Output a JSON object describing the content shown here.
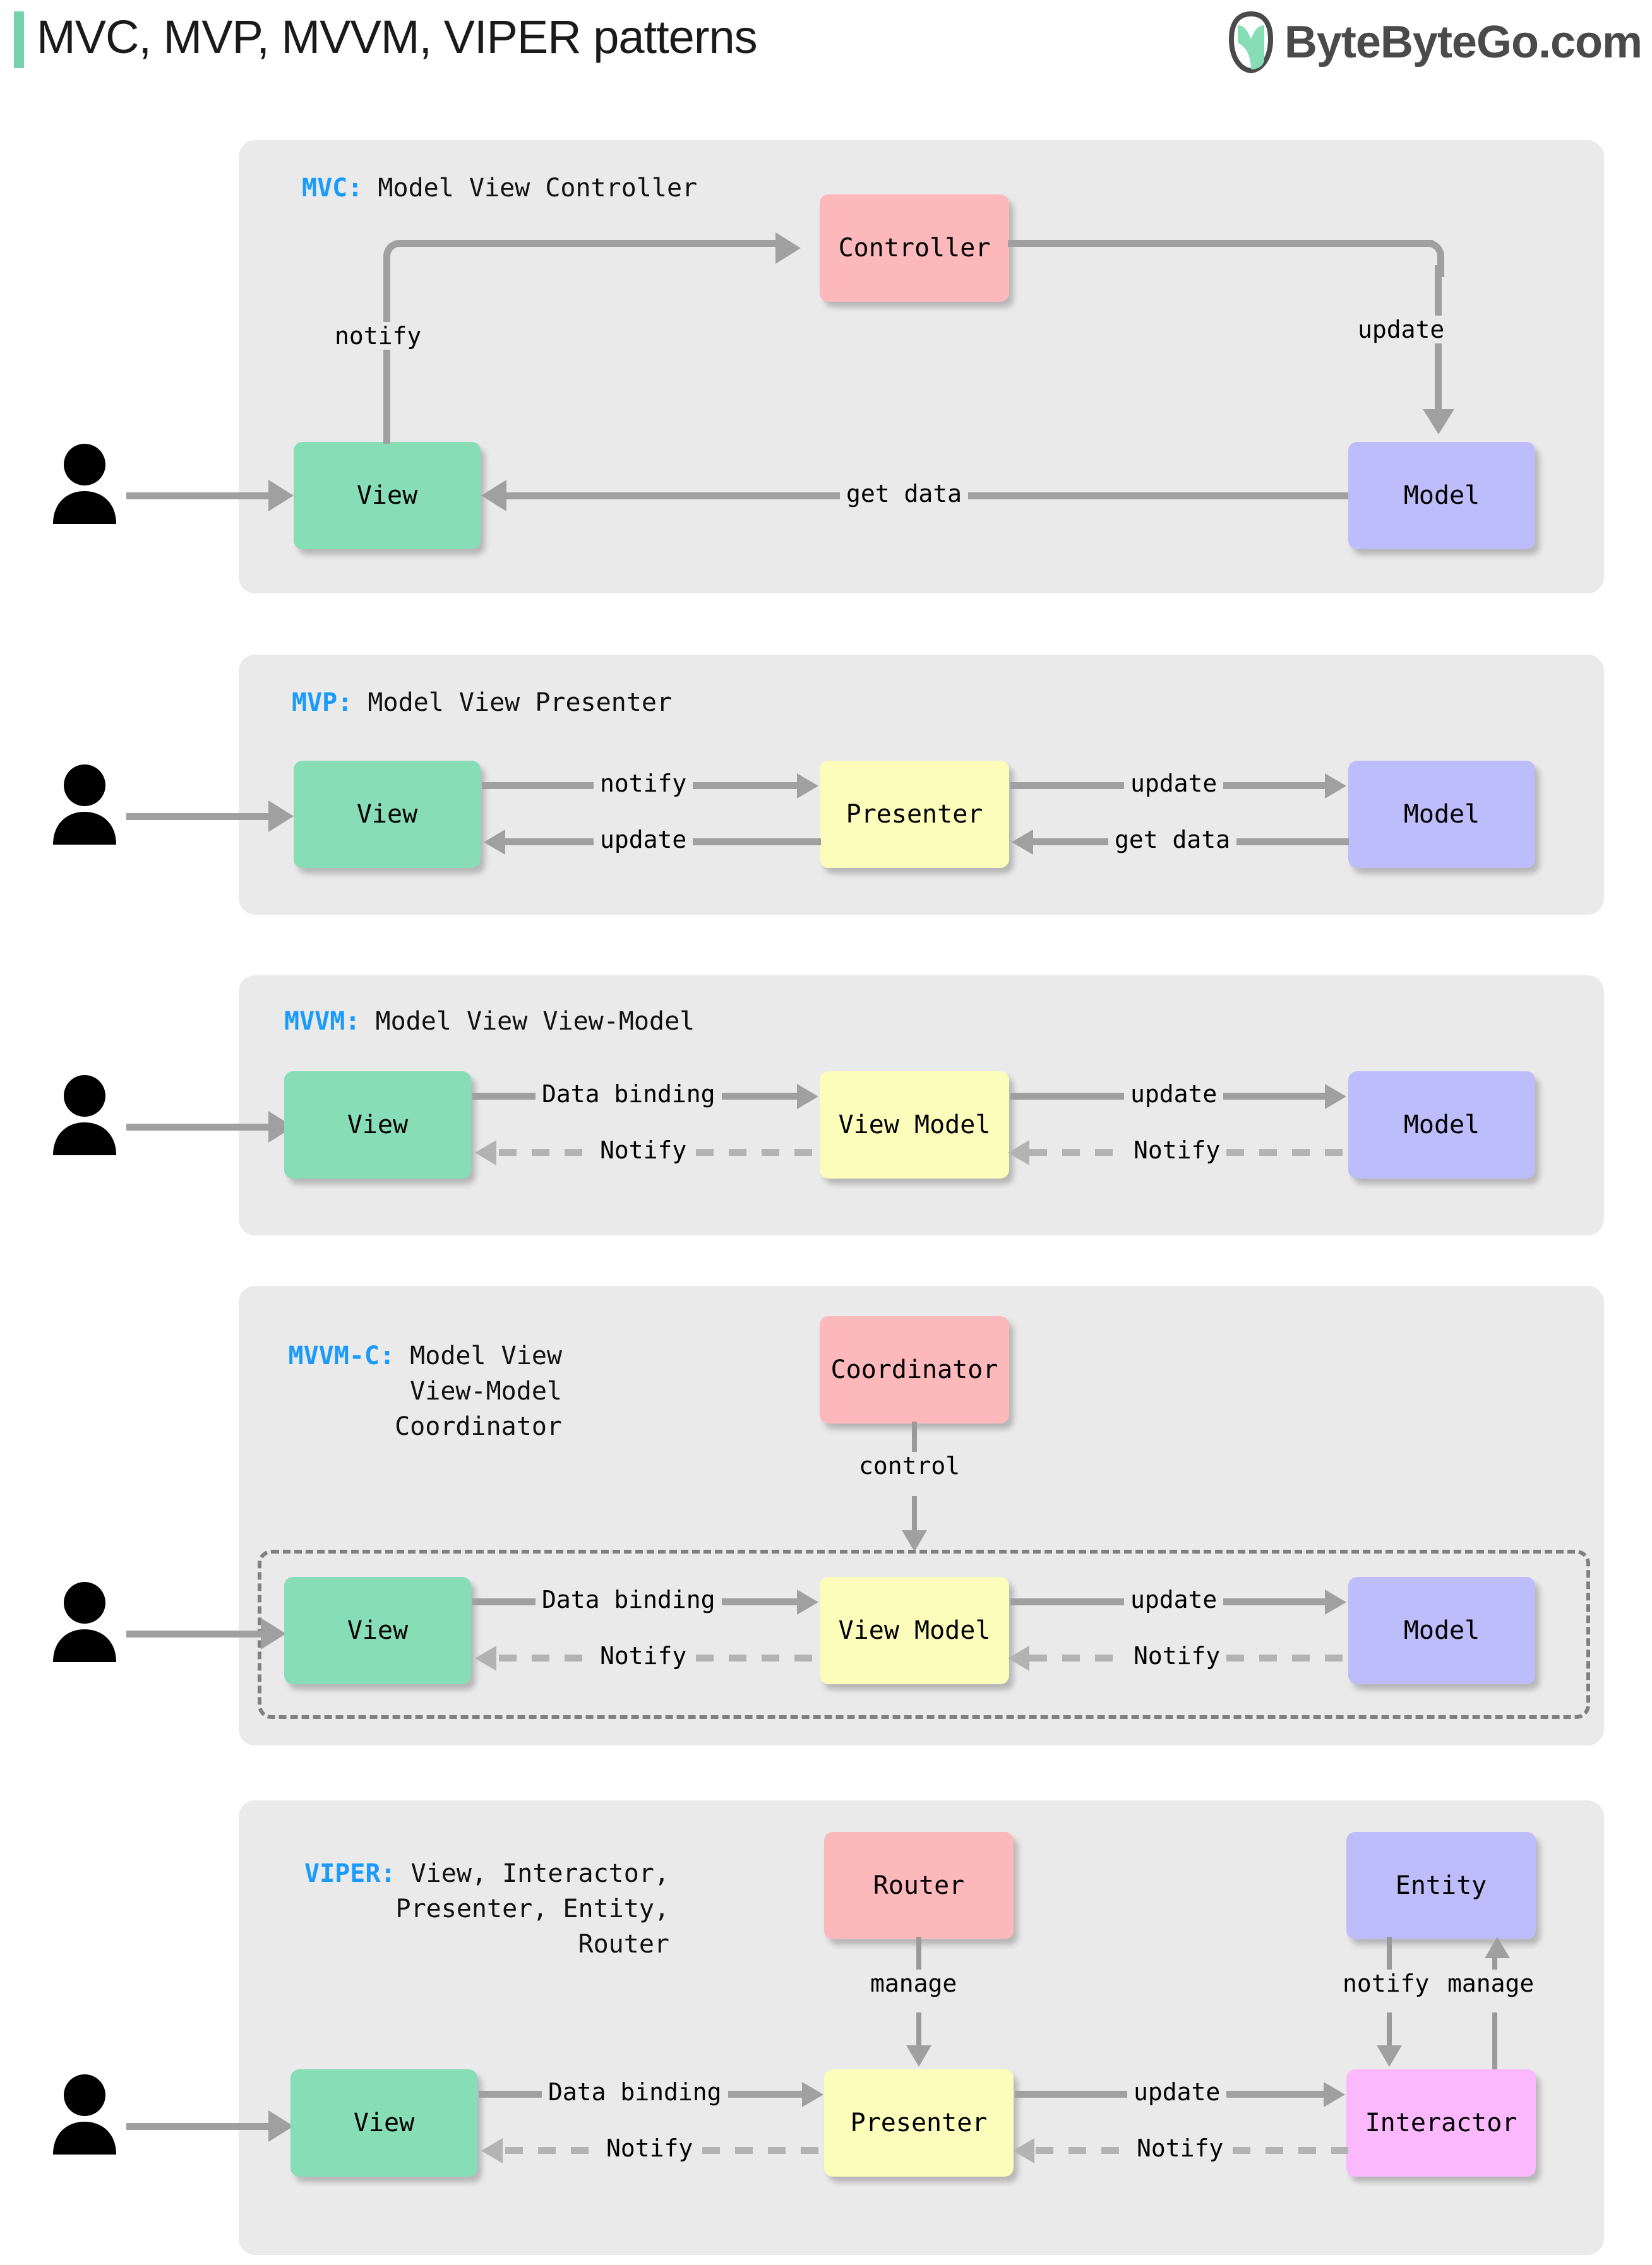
{
  "header": {
    "title": "MVC, MVP, MVVM, VIPER patterns",
    "brand_text": "ByteByteGo.com",
    "accent_color": "#74d3ab",
    "logo_icon": "bytebytego-leaf-logo"
  },
  "colors": {
    "panel_bg": "#eaeaea",
    "view": "#86ddb6",
    "model": "#bdbdfb",
    "controller": "#fcb8bb",
    "presenter": "#fcfcbb",
    "interactor": "#fcb8fc",
    "key_text": "#1a9bfc",
    "arrow": "#a0a0a0"
  },
  "sections": [
    {
      "id": "mvc",
      "key": "MVC:",
      "title": " Model View Controller",
      "nodes": [
        {
          "name": "view",
          "label": "View"
        },
        {
          "name": "controller",
          "label": "Controller"
        },
        {
          "name": "model",
          "label": "Model"
        }
      ],
      "edges": [
        {
          "name": "view-to-controller",
          "label": "notify"
        },
        {
          "name": "controller-to-model",
          "label": "update"
        },
        {
          "name": "model-to-view",
          "label": "get data"
        }
      ]
    },
    {
      "id": "mvp",
      "key": "MVP:",
      "title": " Model View Presenter",
      "nodes": [
        {
          "name": "view",
          "label": "View"
        },
        {
          "name": "presenter",
          "label": "Presenter"
        },
        {
          "name": "model",
          "label": "Model"
        }
      ],
      "edges": [
        {
          "name": "view-to-presenter",
          "label": "notify"
        },
        {
          "name": "presenter-to-view",
          "label": "update"
        },
        {
          "name": "presenter-to-model",
          "label": "update"
        },
        {
          "name": "model-to-presenter",
          "label": "get data"
        }
      ]
    },
    {
      "id": "mvvm",
      "key": "MVVM:",
      "title": " Model View View-Model",
      "nodes": [
        {
          "name": "view",
          "label": "View"
        },
        {
          "name": "view-model",
          "label": "View Model"
        },
        {
          "name": "model",
          "label": "Model"
        }
      ],
      "edges": [
        {
          "name": "view-to-viewmodel",
          "label": "Data binding"
        },
        {
          "name": "viewmodel-to-view",
          "label": "Notify"
        },
        {
          "name": "viewmodel-to-model",
          "label": "update"
        },
        {
          "name": "model-to-viewmodel",
          "label": "Notify"
        }
      ]
    },
    {
      "id": "mvvmc",
      "key": "MVVM-C:",
      "title_line1": " Model View",
      "title_line2": "View-Model",
      "title_line3": "Coordinator",
      "nodes": [
        {
          "name": "coordinator",
          "label": "Coordinator"
        },
        {
          "name": "view",
          "label": "View"
        },
        {
          "name": "view-model",
          "label": "View Model"
        },
        {
          "name": "model",
          "label": "Model"
        }
      ],
      "edges": [
        {
          "name": "coordinator-to-group",
          "label": "control"
        },
        {
          "name": "view-to-viewmodel",
          "label": "Data binding"
        },
        {
          "name": "viewmodel-to-view",
          "label": "Notify"
        },
        {
          "name": "viewmodel-to-model",
          "label": "update"
        },
        {
          "name": "model-to-viewmodel",
          "label": "Notify"
        }
      ]
    },
    {
      "id": "viper",
      "key": "VIPER:",
      "title_line1": " View, Interactor,",
      "title_line2": "Presenter, Entity,",
      "title_line3": "Router",
      "nodes": [
        {
          "name": "router",
          "label": "Router"
        },
        {
          "name": "entity",
          "label": "Entity"
        },
        {
          "name": "view",
          "label": "View"
        },
        {
          "name": "presenter",
          "label": "Presenter"
        },
        {
          "name": "interactor",
          "label": "Interactor"
        }
      ],
      "edges": [
        {
          "name": "router-to-presenter",
          "label": "manage"
        },
        {
          "name": "entity-to-interactor",
          "label": "notify"
        },
        {
          "name": "interactor-to-entity",
          "label": "manage"
        },
        {
          "name": "view-to-presenter",
          "label": "Data binding"
        },
        {
          "name": "presenter-to-view",
          "label": "Notify"
        },
        {
          "name": "presenter-to-interactor",
          "label": "update"
        },
        {
          "name": "interactor-to-presenter",
          "label": "Notify"
        }
      ]
    }
  ]
}
